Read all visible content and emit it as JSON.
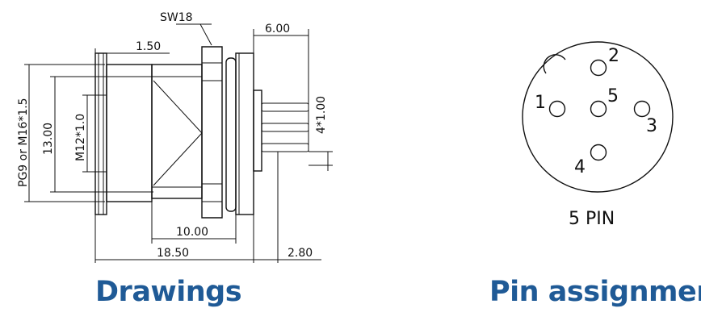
{
  "drawing": {
    "wrench": "SW18",
    "dims": {
      "pin_extension": "6.00",
      "flange": "1.50",
      "thread_outer": "PG9  or  M16*1.5",
      "body_height": "13.00",
      "thread_inner": "M12*1.0",
      "pin_pitch": "4*1.00",
      "body_length": "10.00",
      "total_length": "18.50",
      "pin_length": "2.80"
    }
  },
  "pins": {
    "labels": [
      "1",
      "2",
      "3",
      "4",
      "5"
    ],
    "count_label": "5 PIN"
  },
  "captions": {
    "left": "Drawings",
    "right": "Pin assignment"
  }
}
